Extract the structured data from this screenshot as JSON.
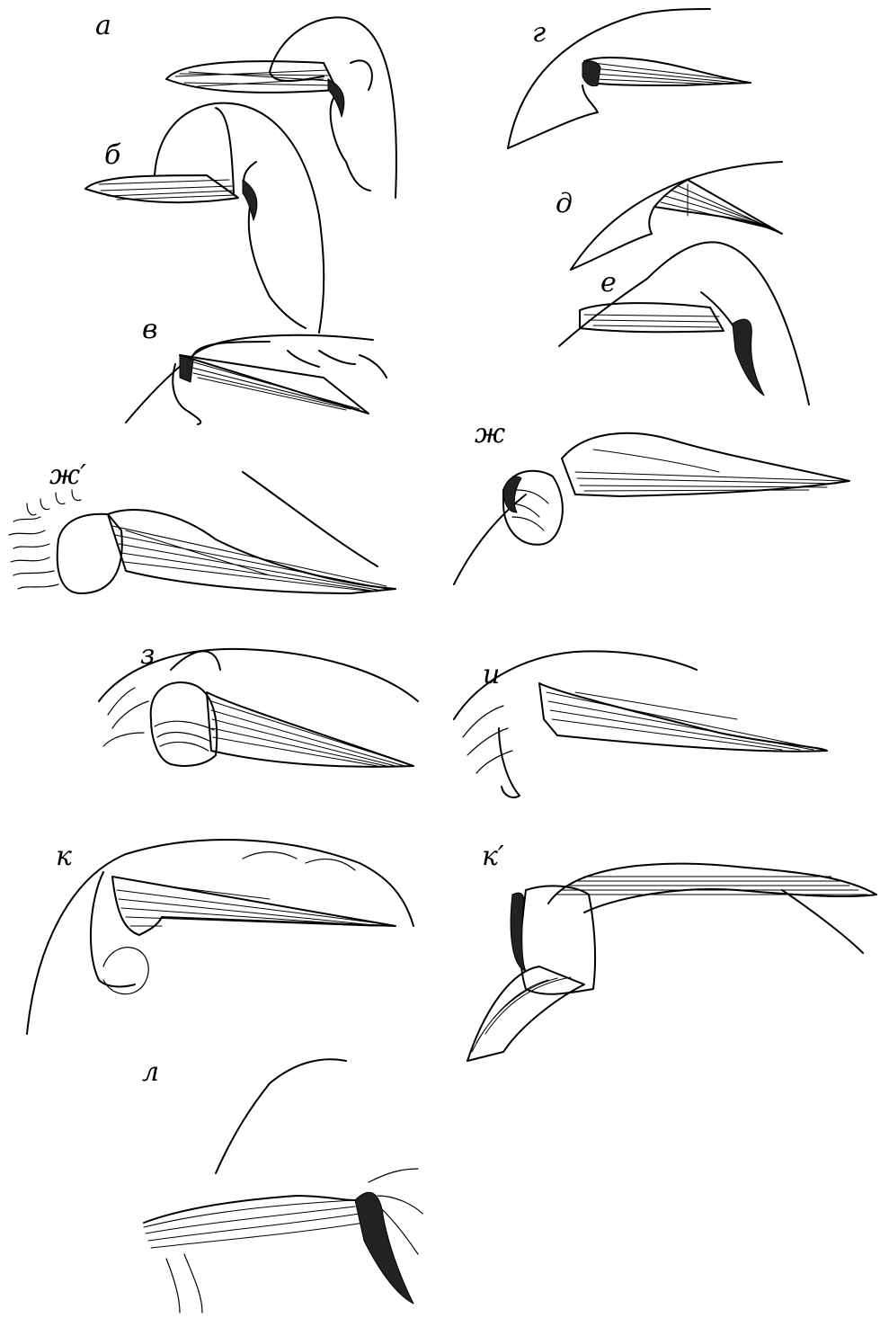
{
  "figure": {
    "background": "#ffffff",
    "ink": "#000000",
    "panels": [
      {
        "id": "a",
        "label": "а"
      },
      {
        "id": "b",
        "label": "б"
      },
      {
        "id": "v",
        "label": "в"
      },
      {
        "id": "g",
        "label": "г"
      },
      {
        "id": "d",
        "label": "д"
      },
      {
        "id": "e",
        "label": "е"
      },
      {
        "id": "zh-prime",
        "label": "ж′"
      },
      {
        "id": "zh",
        "label": "ж"
      },
      {
        "id": "z",
        "label": "з"
      },
      {
        "id": "i",
        "label": "и"
      },
      {
        "id": "k",
        "label": "к"
      },
      {
        "id": "k-prime",
        "label": "к′"
      },
      {
        "id": "l",
        "label": "л"
      }
    ]
  }
}
